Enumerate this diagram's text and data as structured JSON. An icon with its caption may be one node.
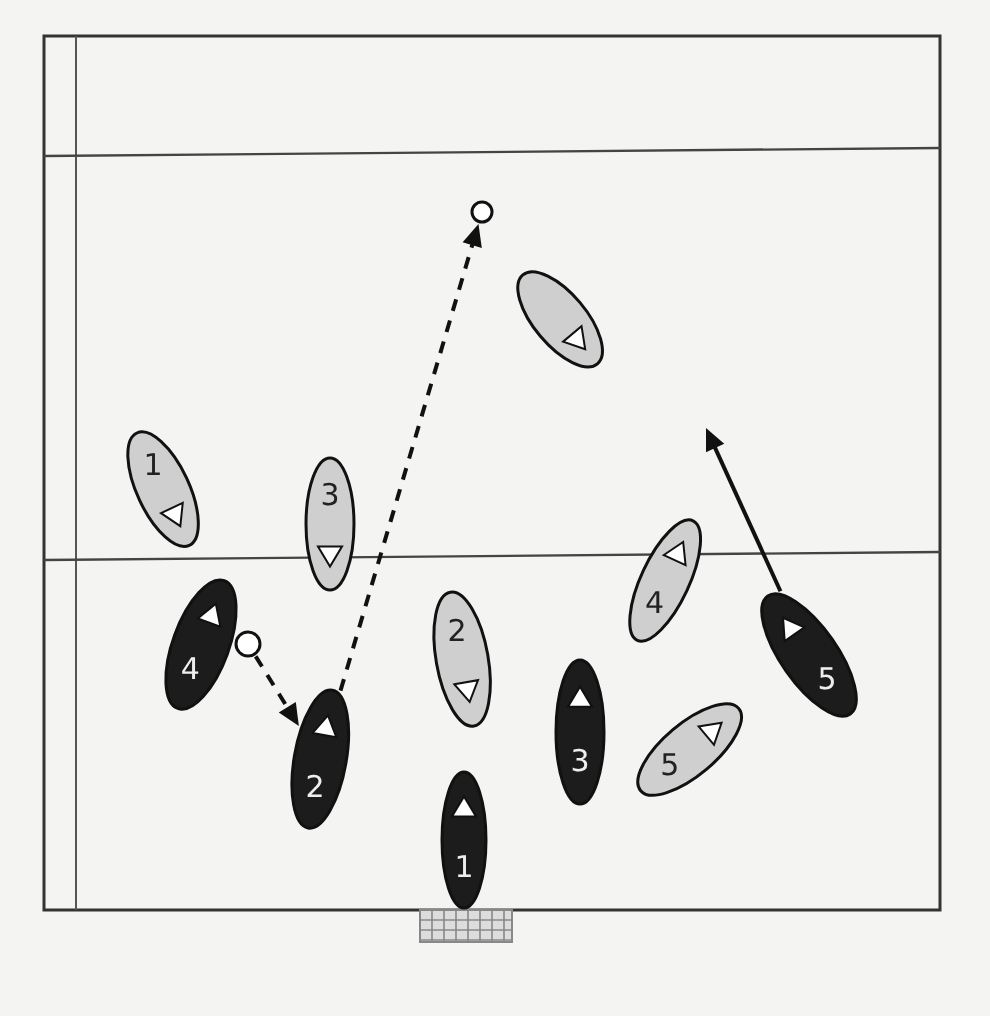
{
  "diagram": {
    "nodes": [
      {
        "text": [],
        "shape": "circle"
      },
      {
        "text": [],
        "shape": "ellipse"
      },
      {
        "text": [
          "1"
        ]
      },
      {
        "text": [
          "3"
        ]
      },
      {
        "text": [
          "4"
        ]
      },
      {
        "text": [
          "4"
        ]
      },
      {
        "text": [],
        "shape": "circle"
      },
      {
        "text": [
          "5"
        ]
      },
      {
        "text": [
          "2"
        ]
      },
      {
        "text": [
          "3"
        ]
      },
      {
        "text": [
          "5"
        ]
      },
      {
        "text": [
          "2"
        ]
      },
      {
        "text": [
          "1"
        ]
      }
    ],
    "edges": [
      {
        "from": 6,
        "to": 11,
        "arrow": "to",
        "style": "dashed"
      },
      {
        "from": 11,
        "to": 0,
        "arrow": "to",
        "style": "dashed"
      },
      {
        "from": 7,
        "to": null,
        "arrow": "to"
      }
    ]
  }
}
